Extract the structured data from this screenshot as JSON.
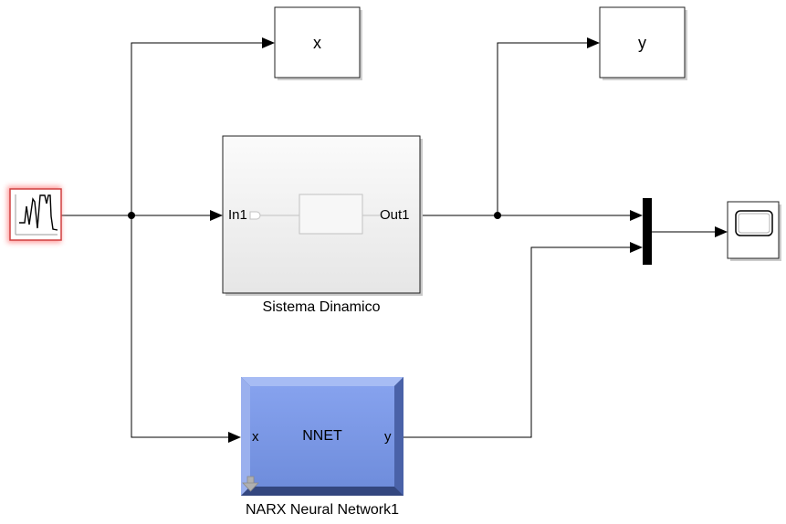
{
  "blocks": {
    "signal_source": {
      "name": ""
    },
    "goto_x": {
      "label": "x"
    },
    "goto_y": {
      "label": "y"
    },
    "subsystem": {
      "name": "Sistema Dinamico",
      "in_port": "In1",
      "out_port": "Out1"
    },
    "nnet": {
      "name": "NARX Neural Network1",
      "title": "NNET",
      "in_port": "x",
      "out_port": "y"
    },
    "mux": {
      "name": ""
    },
    "scope": {
      "name": ""
    }
  },
  "colors": {
    "line": "#000000",
    "block_border": "#202020",
    "subsystem_fill": "#f2f2f2",
    "nnet_fill": "#7b98e6",
    "nnet_border": "#3a4d8c",
    "source_highlight": "#ff6b6b"
  }
}
